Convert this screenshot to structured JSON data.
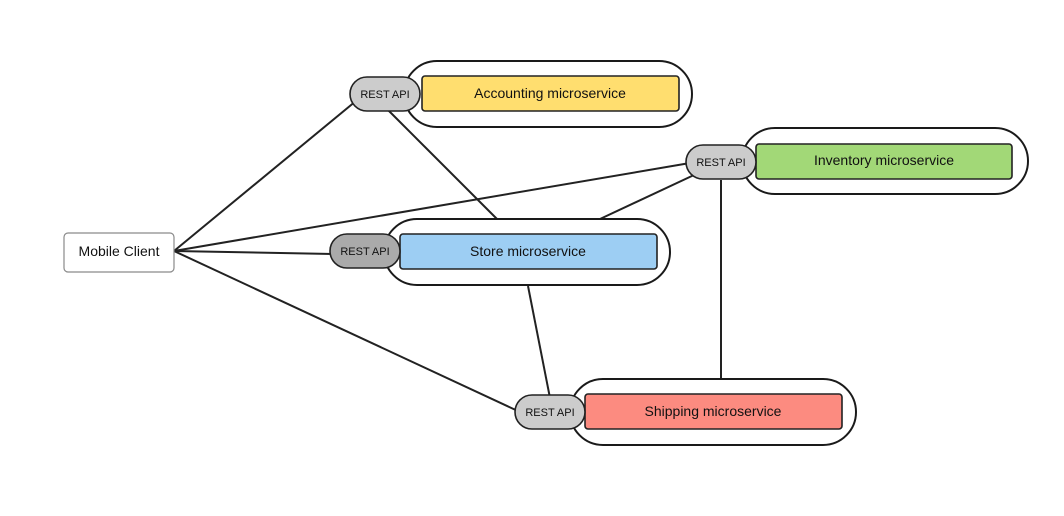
{
  "diagram": {
    "client": {
      "label": "Mobile Client"
    },
    "api_label": "REST API",
    "services": [
      {
        "key": "accounting",
        "label": "Accounting microservice",
        "color": "#FFDE6F"
      },
      {
        "key": "inventory",
        "label": "Inventory microservice",
        "color": "#A2D877"
      },
      {
        "key": "store",
        "label": "Store microservice",
        "color": "#9DCEF3"
      },
      {
        "key": "shipping",
        "label": "Shipping microservice",
        "color": "#FC8B80"
      }
    ],
    "connections": [
      {
        "from": "client",
        "to": "accounting-api"
      },
      {
        "from": "client",
        "to": "inventory-api"
      },
      {
        "from": "client",
        "to": "store-api"
      },
      {
        "from": "client",
        "to": "shipping-api"
      },
      {
        "from": "accounting-api",
        "to": "store"
      },
      {
        "from": "inventory-api",
        "to": "store"
      },
      {
        "from": "inventory-api",
        "to": "shipping"
      },
      {
        "from": "store",
        "to": "shipping-api"
      }
    ]
  }
}
